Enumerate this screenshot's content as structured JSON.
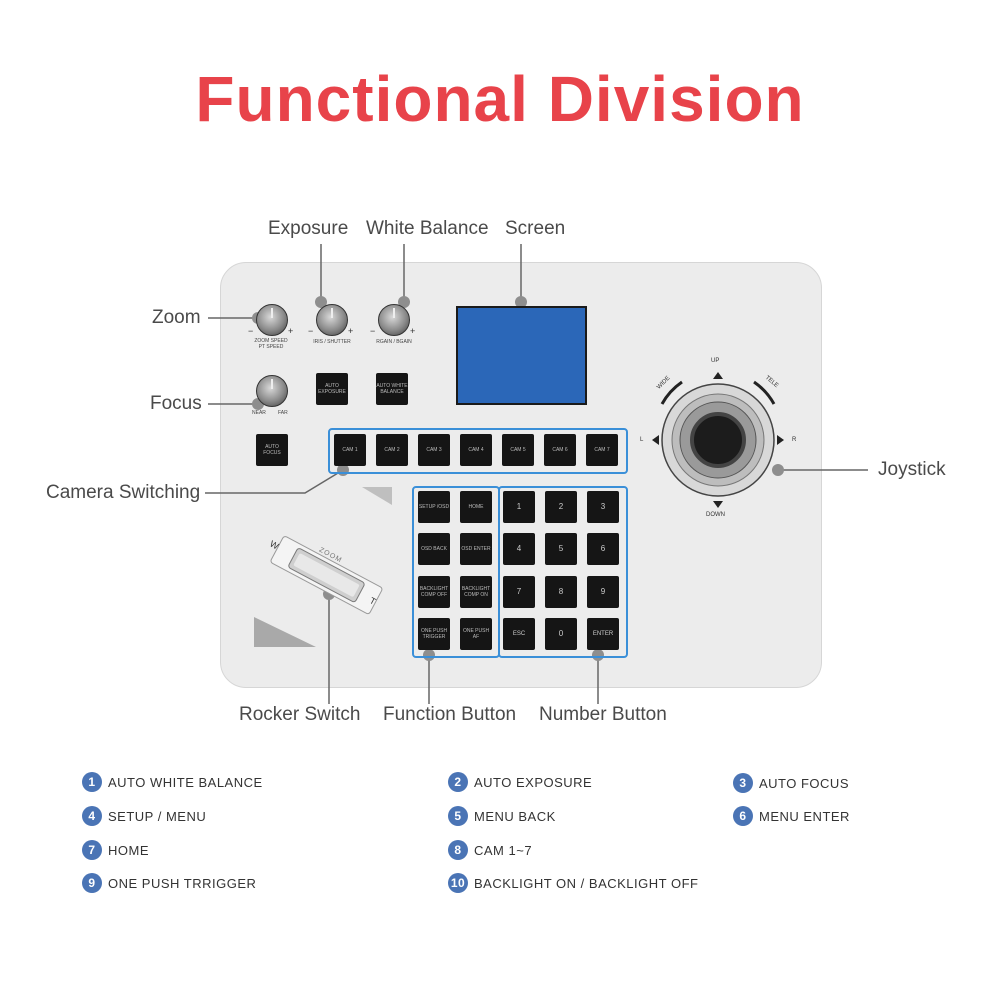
{
  "title": "Functional Division",
  "callouts": {
    "exposure": "Exposure",
    "white_balance": "White Balance",
    "screen": "Screen",
    "zoom": "Zoom",
    "focus": "Focus",
    "camera_switching": "Camera Switching",
    "joystick": "Joystick",
    "rocker_switch": "Rocker Switch",
    "function_button": "Function Button",
    "number_button": "Number Button"
  },
  "panel": {
    "knob_zoom_label": "ZOOM SPEED\nPT SPEED",
    "knob_iris_label": "IRIS / SHUTTER",
    "knob_gain_label": "RGAIN / BGAIN",
    "knob_focus_near": "NEAR",
    "knob_focus_far": "FAR",
    "minus": "−",
    "plus": "+",
    "auto_exposure": "AUTO EXPOSURE",
    "auto_white_balance": "AUTO WHITE BALANCE",
    "auto_focus": "AUTO FOCUS",
    "cams": [
      "CAM 1",
      "CAM 2",
      "CAM 3",
      "CAM 4",
      "CAM 5",
      "CAM 6",
      "CAM 7"
    ],
    "function_keys": [
      "SETUP /OSD",
      "HOME",
      "OSD BACK",
      "OSD ENTER",
      "BACKLIGHT COMP OFF",
      "BACKLIGHT COMP ON",
      "ONE PUSH TRIGGER",
      "ONE PUSH AF"
    ],
    "number_keys": [
      "1",
      "2",
      "3",
      "4",
      "5",
      "6",
      "7",
      "8",
      "9",
      "ESC",
      "0",
      "ENTER"
    ],
    "rocker_w": "W",
    "rocker_t": "T",
    "rocker_zoom": "ZOOM",
    "joystick": {
      "up": "UP",
      "down": "DOWN",
      "left": "L",
      "right": "R",
      "wide": "WIDE",
      "tele": "TELE"
    }
  },
  "legend": [
    {
      "num": "1",
      "label": "AUTO WHITE BALANCE"
    },
    {
      "num": "2",
      "label": "AUTO EXPOSURE"
    },
    {
      "num": "3",
      "label": "AUTO FOCUS"
    },
    {
      "num": "4",
      "label": "SETUP / MENU"
    },
    {
      "num": "5",
      "label": "MENU BACK"
    },
    {
      "num": "6",
      "label": "MENU ENTER"
    },
    {
      "num": "7",
      "label": "HOME"
    },
    {
      "num": "8",
      "label": "CAM 1~7"
    },
    {
      "num": "9",
      "label": "ONE PUSH TRRIGGER"
    },
    {
      "num": "10",
      "label": "BACKLIGHT ON / BACKLIGHT OFF"
    }
  ],
  "colors": {
    "title": "#e8434a",
    "badge": "#4a74b5",
    "group_box": "#3a8fd8",
    "screen": "#2b67b8"
  }
}
